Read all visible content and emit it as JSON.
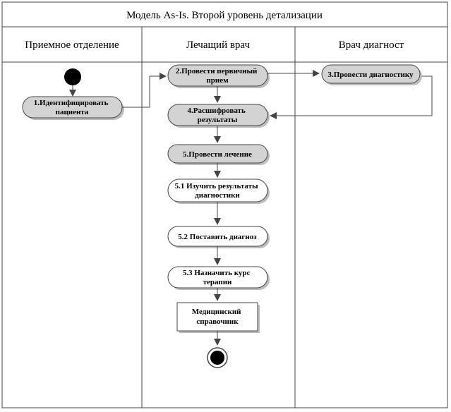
{
  "title": "Модель As-Is. Второй уровень детализации",
  "lanes": [
    {
      "label": "Приемное отделение"
    },
    {
      "label": "Лечащий врач"
    },
    {
      "label": "Врач диагност"
    }
  ],
  "nodes": {
    "identify": {
      "lines": [
        "1.Идентифицировать",
        "пациента"
      ]
    },
    "primary": {
      "lines": [
        "2.Провести первичный",
        "прием"
      ]
    },
    "diagnostics": {
      "lines": [
        "3.Провести диагностику"
      ]
    },
    "decode": {
      "lines": [
        "4.Расшифровать",
        "результаты"
      ]
    },
    "treatment": {
      "lines": [
        "5.Провести лечение"
      ]
    },
    "study": {
      "lines": [
        "5.1 Изучить результаты",
        "диагностики"
      ]
    },
    "diagnose": {
      "lines": [
        "5.2 Поставить диагноз"
      ]
    },
    "therapy": {
      "lines": [
        "5.3 Назначить курс",
        "терапии"
      ]
    },
    "reference": {
      "lines": [
        "Медицинский",
        "справочник"
      ]
    }
  },
  "colors": {
    "line": "#444444",
    "action_fill_gray": "#d3d3d3",
    "action_fill_white": "#ffffff",
    "shadow": "#bdbdbd",
    "node_black": "#000000"
  }
}
